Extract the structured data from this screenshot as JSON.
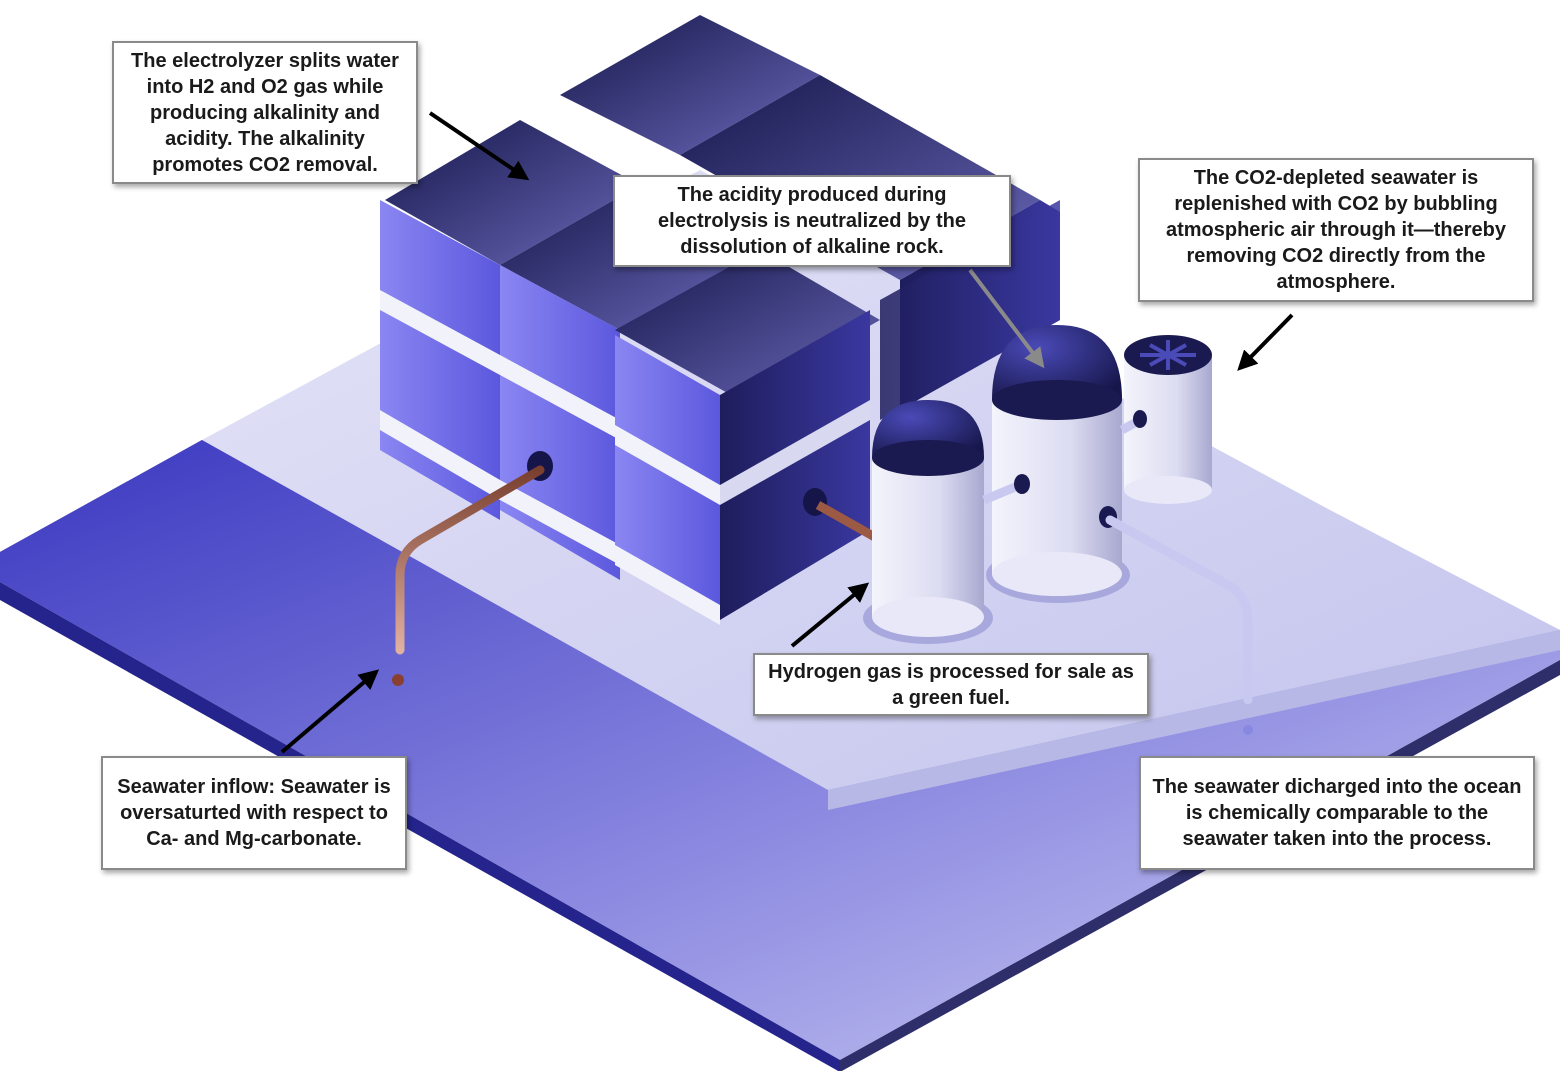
{
  "callouts": {
    "electrolyzer": "The electrolyzer splits water into H2 and O2 gas while producing alkalinity and acidity. The alkalinity promotes CO2 removal.",
    "acidity": "The acidity produced during electrolysis is neutralized by the dissolution of alkaline rock.",
    "co2_replenish": "The CO2-depleted seawater is replenished with CO2 by bubbling atmospheric air through it—thereby removing CO2 directly from the atmosphere.",
    "hydrogen": "Hydrogen gas is processed for sale as a green fuel.",
    "inflow": "Seawater inflow: Seawater is oversaturted with respect to Ca- and Mg-carbonate.",
    "discharge": "The seawater dicharged into the ocean is chemically comparable to the seawater taken into the process."
  },
  "icons": [
    "electrolyzer-cube-icon",
    "hydrogen-tank-icon",
    "rock-reactor-tank-icon",
    "air-fan-unit-icon",
    "inflow-pipe-icon",
    "outflow-pipe-icon"
  ],
  "colors": {
    "ocean_dark": "#2a2aa8",
    "platform_light": "#d6d6f2",
    "cube_top": "#22235a",
    "cube_side": "#6a66e8",
    "pipe_copper": "#9c5a44",
    "pipe_light": "#c8c8f0"
  }
}
